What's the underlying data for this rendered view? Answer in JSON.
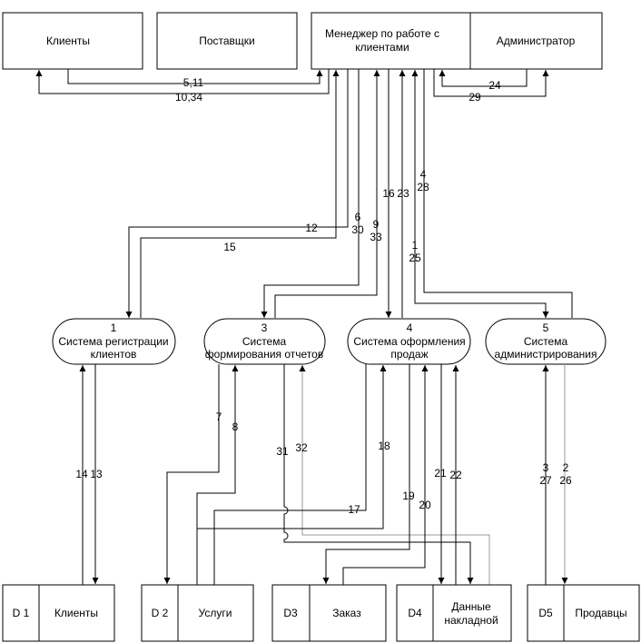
{
  "entities": {
    "clients": "Клиенты",
    "suppliers": "Поставщки",
    "manager_line1": "Менеджер по работе с",
    "manager_line2": "клиентами",
    "admin": "Администратор"
  },
  "processes": {
    "p1": {
      "num": "1",
      "line1": "Система регистрации",
      "line2": "клиентов"
    },
    "p3": {
      "num": "3",
      "line1": "Система",
      "line2": "формирования отчетов"
    },
    "p4": {
      "num": "4",
      "line1": "Система оформления",
      "line2": "продаж"
    },
    "p5": {
      "num": "5",
      "line1": "Система",
      "line2": "администрирования"
    }
  },
  "stores": [
    {
      "id": "D 1",
      "name": "Клиенты"
    },
    {
      "id": "D 2",
      "name": "Услуги"
    },
    {
      "id": "D3",
      "name": "Заказ"
    },
    {
      "id": "D4",
      "name_line1": "Данные",
      "name_line2": "накладной"
    },
    {
      "id": "D5",
      "name": "Продавцы"
    }
  ],
  "flow_labels": {
    "f5_11": "5,11",
    "f10_34": "10,34",
    "f24": "24",
    "f29": "29",
    "f12": "12",
    "f15": "15",
    "f6": "6",
    "f30": "30",
    "f9": "9",
    "f33": "33",
    "f16": "16",
    "f23": "23",
    "f4": "4",
    "f28": "28",
    "f1": "1",
    "f25": "25",
    "f14": "14",
    "f13": "13",
    "f7": "7",
    "f8": "8",
    "f31": "31",
    "f32": "32",
    "f18": "18",
    "f17": "17",
    "f19": "19",
    "f20": "20",
    "f21": "21",
    "f22": "22",
    "f3": "3",
    "f27": "27",
    "f2": "2",
    "f26": "26"
  }
}
